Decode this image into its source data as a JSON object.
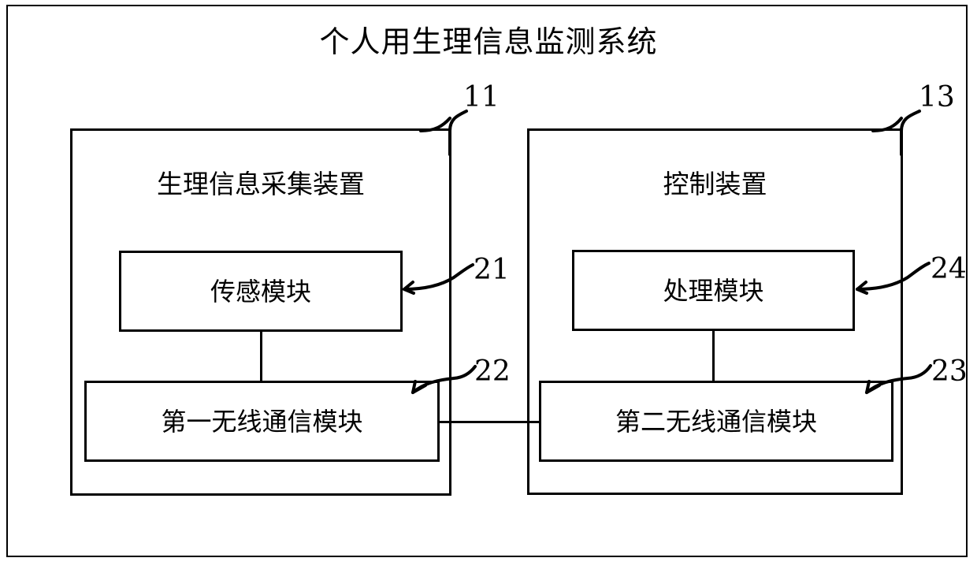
{
  "figure": {
    "title": "个人用生理信息监测系统",
    "frame_color": "#000000",
    "background_color": "#ffffff"
  },
  "devices": [
    {
      "id": "acquisition",
      "title": "生理信息采集装置",
      "ref": "11",
      "modules": [
        {
          "id": "sensor",
          "label": "传感模块",
          "ref": "21"
        },
        {
          "id": "wireless1",
          "label": "第一无线通信模块",
          "ref": "22"
        }
      ]
    },
    {
      "id": "control",
      "title": "控制装置",
      "ref": "13",
      "modules": [
        {
          "id": "process",
          "label": "处理模块",
          "ref": "24"
        },
        {
          "id": "wireless2",
          "label": "第二无线通信模块",
          "ref": "23"
        }
      ]
    }
  ],
  "refs": {
    "acquisition_device": "11",
    "control_device": "13",
    "sensor_module": "21",
    "wireless_module_1": "22",
    "wireless_module_2": "23",
    "process_module": "24"
  },
  "connections": [
    {
      "from": "sensor",
      "to": "wireless1",
      "orientation": "vertical"
    },
    {
      "from": "process",
      "to": "wireless2",
      "orientation": "vertical"
    },
    {
      "from": "wireless1",
      "to": "wireless2",
      "orientation": "horizontal"
    }
  ]
}
